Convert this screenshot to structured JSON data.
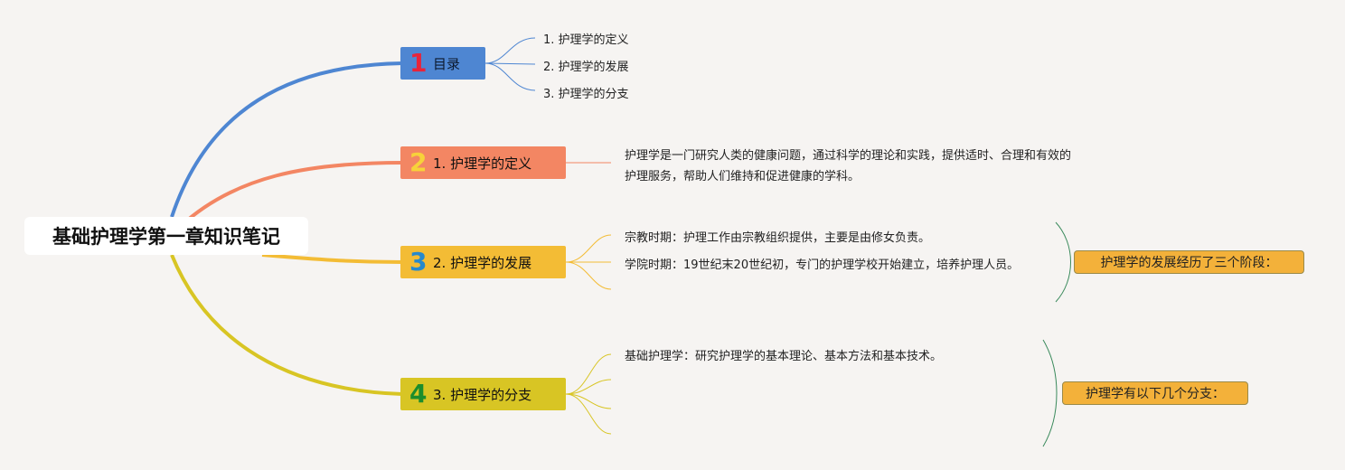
{
  "root": {
    "title": "基础护理学第一章知识笔记"
  },
  "colors": {
    "branch1": "#4e86d2",
    "branch2": "#f38663",
    "branch3": "#f3bc35",
    "branch4": "#d8c524",
    "summary": "#f3b13a"
  },
  "branches": [
    {
      "number": "1",
      "label": "目录",
      "children": [
        "1. 护理学的定义",
        "2. 护理学的发展",
        "3. 护理学的分支"
      ]
    },
    {
      "number": "2",
      "label": "1. 护理学的定义",
      "text": "护理学是一门研究人类的健康问题，通过科学的理论和实践，提供适时、合理和有效的护理服务，帮助人们维持和促进健康的学科。"
    },
    {
      "number": "3",
      "label": "2. 护理学的发展",
      "children": [
        "宗教时期：护理工作由宗教组织提供，主要是由修女负责。",
        "学院时期：19世纪末20世纪初，专门的护理学校开始建立，培养护理人员。"
      ],
      "summary": "护理学的发展经历了三个阶段："
    },
    {
      "number": "4",
      "label": "3. 护理学的分支",
      "children": [
        "基础护理学：研究护理学的基本理论、基本方法和基本技术。"
      ],
      "summary": "护理学有以下几个分支："
    }
  ]
}
